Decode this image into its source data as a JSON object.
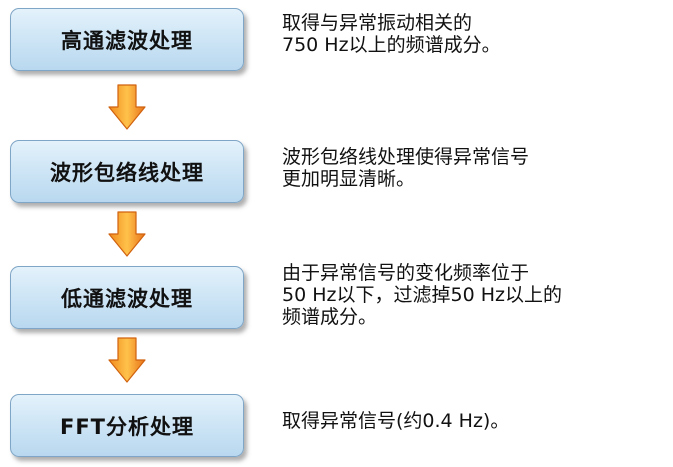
{
  "steps": [
    {
      "label": "高通滤波处理",
      "description": [
        "取得与异常振动相关的",
        "750 Hz以上的频谱成分。"
      ]
    },
    {
      "label": "波形包络线处理",
      "description": [
        "波形包络线处理使得异常信号",
        "更加明显清晰。"
      ]
    },
    {
      "label": "低通滤波处理",
      "description": [
        "由于异常信号的变化频率位于",
        "50 Hz以下，过滤掉50 Hz以上的",
        "频谱成分。"
      ]
    },
    {
      "label": "FFT分析处理",
      "description": [
        "取得异常信号(约0.4 Hz)。"
      ]
    }
  ],
  "colors": {
    "box_gradient_top": "#e4f2fb",
    "box_gradient_bottom": "#b9d8ef",
    "box_border": "#7fa6c6",
    "arrow_light": "#ffc24a",
    "arrow_dark": "#e8731a"
  },
  "icons": {
    "flow_arrow": "arrow-down-icon"
  }
}
